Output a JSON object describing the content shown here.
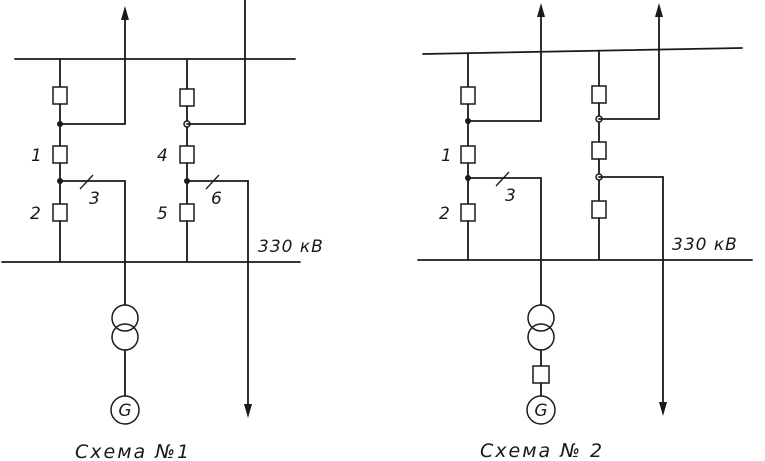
{
  "scheme1": {
    "caption": "Схема №1",
    "voltage": "330 кВ",
    "breaker_labels": [
      "1",
      "2",
      "4",
      "5"
    ],
    "line_labels": [
      "3",
      "6"
    ],
    "generator_symbol": "G"
  },
  "scheme2": {
    "caption": "Схема № 2",
    "voltage": "330 кВ",
    "breaker_labels": [
      "1",
      "2"
    ],
    "line_labels": [
      "3"
    ],
    "generator_symbol": "G"
  }
}
